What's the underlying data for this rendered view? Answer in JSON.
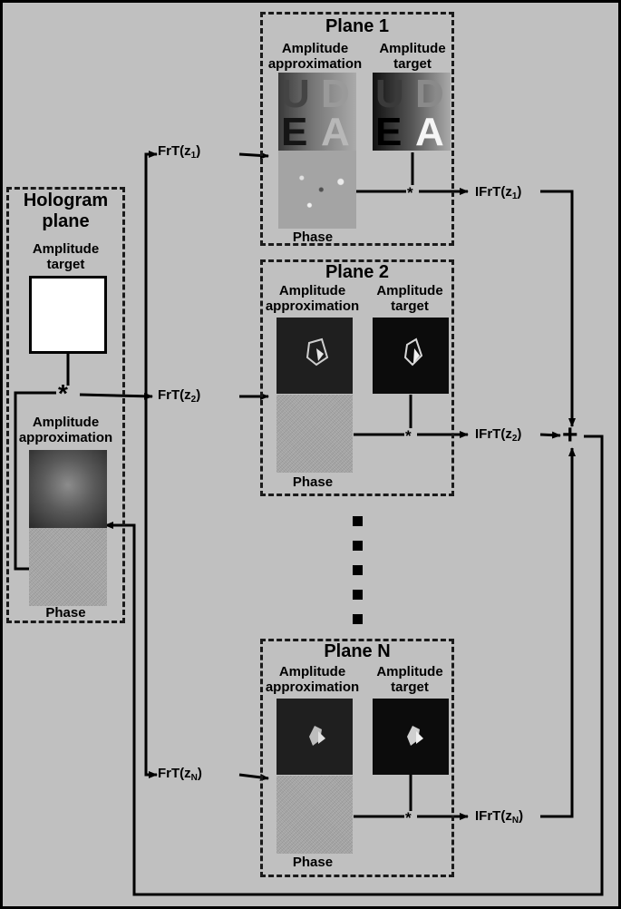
{
  "hologram": {
    "title": "Hologram\nplane",
    "amp_target": "Amplitude\ntarget",
    "amp_approx": "Amplitude\napproximation",
    "phase": "Phase"
  },
  "planes": [
    {
      "title": "Plane 1",
      "approx": "Amplitude\napproximation",
      "target": "Amplitude\ntarget",
      "phase": "Phase",
      "frt": "FrT(z",
      "sub": "1",
      "ifrt": "IFrT(z"
    },
    {
      "title": "Plane 2",
      "approx": "Amplitude\napproximation",
      "target": "Amplitude\ntarget",
      "phase": "Phase",
      "frt": "FrT(z",
      "sub": "2",
      "ifrt": "IFrT(z"
    },
    {
      "title": "Plane N",
      "approx": "Amplitude\napproximation",
      "target": "Amplitude\ntarget",
      "phase": "Phase",
      "frt": "FrT(z",
      "sub": "N",
      "ifrt": "IFrT(z"
    }
  ],
  "letters": [
    "U",
    "D",
    "E",
    "A"
  ],
  "symbols": {
    "multiply": "*",
    "sum": "+",
    "close_paren": ")"
  },
  "colors": {
    "background": "#c0c0c0",
    "line": "#000000"
  }
}
